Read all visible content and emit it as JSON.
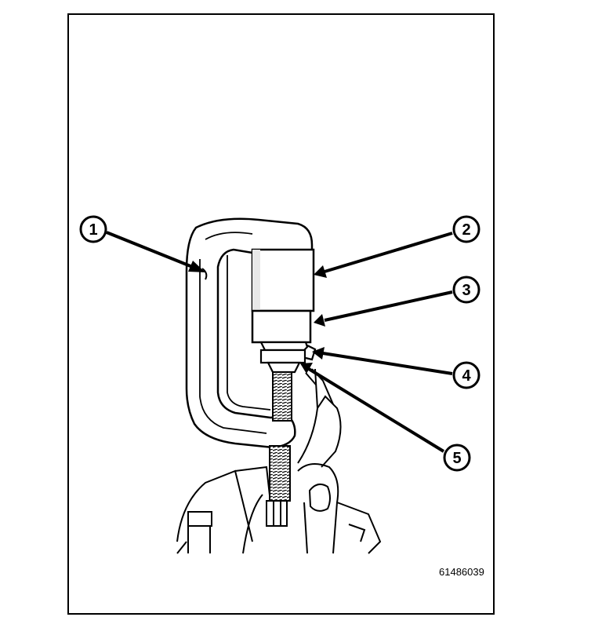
{
  "figure": {
    "id_code": "61486039"
  },
  "callouts": [
    {
      "number": "1"
    },
    {
      "number": "2"
    },
    {
      "number": "3"
    },
    {
      "number": "4"
    },
    {
      "number": "5"
    }
  ],
  "colors": {
    "line": "#000000",
    "background": "#ffffff",
    "shade": "#d8d8d8"
  }
}
